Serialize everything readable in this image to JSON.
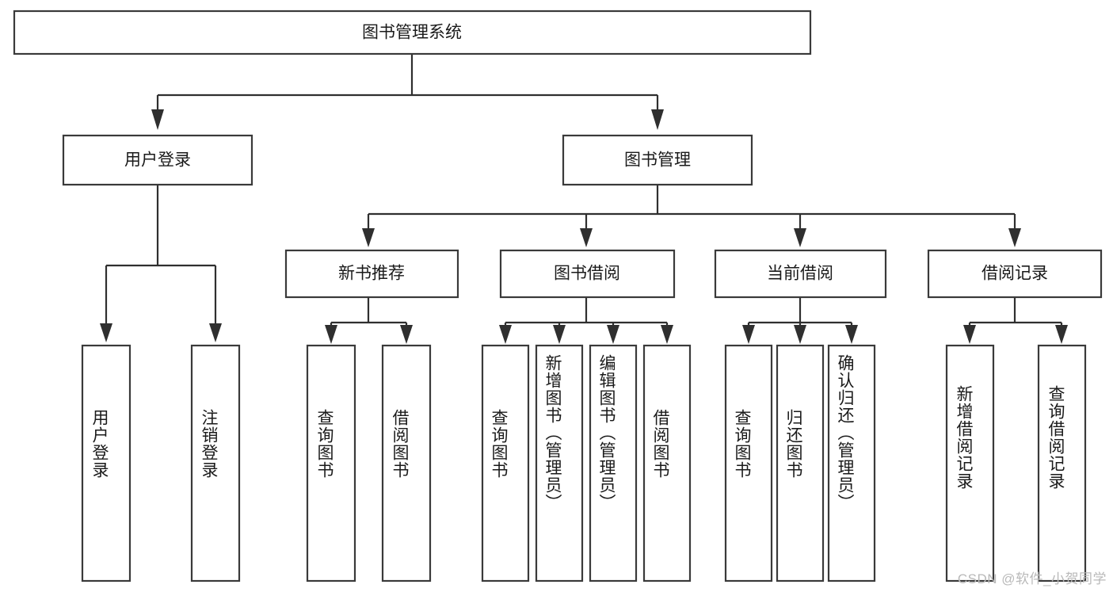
{
  "diagram": {
    "type": "hierarchy-tree",
    "title": "图书管理系统",
    "watermark": "CSDN @软件_小贺同学",
    "colors": {
      "box_stroke": "#3a3a3a",
      "connector": "#2f2f2f",
      "text": "#1a1a1a",
      "background": "#ffffff",
      "watermark": "#b9b9b9"
    },
    "levels": {
      "root": {
        "label": "图书管理系统"
      },
      "level2": [
        {
          "label": "用户登录"
        },
        {
          "label": "图书管理"
        }
      ],
      "level3": [
        {
          "label": "新书推荐"
        },
        {
          "label": "图书借阅"
        },
        {
          "label": "当前借阅"
        },
        {
          "label": "借阅记录"
        }
      ]
    },
    "nodes": {
      "root": "图书管理系统",
      "user_login": "用户登录",
      "book_manage": "图书管理",
      "new_book_rec": "新书推荐",
      "book_borrow": "图书借阅",
      "current_borrow": "当前借阅",
      "borrow_record": "借阅记录"
    },
    "leaves": {
      "user_login": [
        "用户登录",
        "注销登录"
      ],
      "new_book_rec": [
        "查询图书",
        "借阅图书"
      ],
      "book_borrow": [
        "查询图书",
        "新增图书（管理员）",
        "编辑图书（管理员）",
        "借阅图书"
      ],
      "current_borrow": [
        "查询图书",
        "归还图书",
        "确认归还（管理员）"
      ],
      "borrow_record": [
        "新增借阅记录",
        "查询借阅记录"
      ]
    }
  }
}
